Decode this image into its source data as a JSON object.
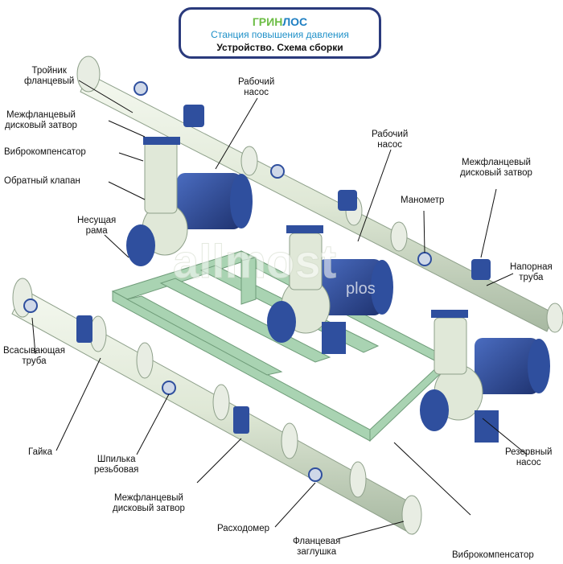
{
  "header": {
    "brand_part1": "ГРИН",
    "brand_part2": "ЛОС",
    "subtitle": "Станция повышения давления",
    "caption": "Устройство. Схема сборки"
  },
  "labels": {
    "tee_flange": [
      "Тройник",
      "фланцевый"
    ],
    "wafer_valve_top": [
      "Межфланцевый",
      "дисковый затвор"
    ],
    "vibrocomp_top": [
      "Виброкомпенсатор"
    ],
    "check_valve": [
      "Обратный клапан"
    ],
    "frame": [
      "Несущая",
      "рама"
    ],
    "work_pump_1": [
      "Рабочий",
      "насос"
    ],
    "work_pump_2": [
      "Рабочий",
      "насос"
    ],
    "wafer_valve_right": [
      "Межфланцевый",
      "дисковый затвор"
    ],
    "manometer": [
      "Манометр"
    ],
    "pressure_pipe": [
      "Напорная",
      "труба"
    ],
    "suction_pipe": [
      "Всасывающая",
      "труба"
    ],
    "nut": [
      "Гайка"
    ],
    "stud": [
      "Шпилька",
      "резьбовая"
    ],
    "wafer_valve_bottom": [
      "Межфланцевый",
      "дисковый затвор"
    ],
    "flowmeter": [
      "Расходомер"
    ],
    "flange_plug": [
      "Фланцевая",
      "заглушка"
    ],
    "reserve_pump": [
      "Резервный",
      "насос"
    ],
    "vibrocomp_bottom": [
      "Виброкомпенсатор"
    ]
  },
  "watermark": {
    "main": "allmost",
    "sub": "plos"
  },
  "colors": {
    "frame": "#a9d3b2",
    "frame_edge": "#6f9c79",
    "pump_blue": "#2f4f9e",
    "pump_dark": "#1f3370",
    "pipe": "#dfe8d6",
    "pipe_edge": "#8ea08a",
    "flange": "#e8ede3",
    "title_border": "#2a3a7c",
    "brand_green": "#6cbd45",
    "brand_blue": "#1e7fc2"
  }
}
